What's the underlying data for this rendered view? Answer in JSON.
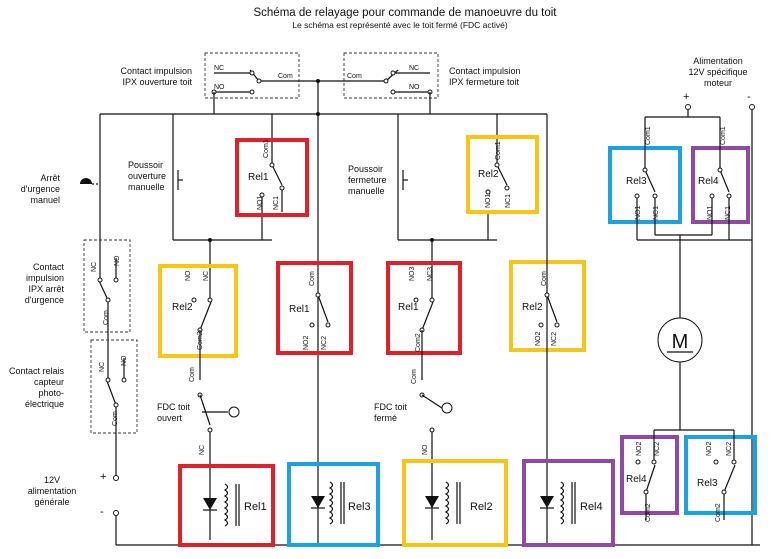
{
  "title": "Schéma de relayage pour commande de manoeuvre du toit",
  "subtitle": "Le schéma est représenté avec le toit fermé (FDC activé)",
  "colors": {
    "rel1": "#e0202a",
    "rel2": "#f5c518",
    "rel3": "#1aa3e0",
    "rel4": "#8f4aa6"
  },
  "labels": {
    "ipx_open": "Contact impulsion IPX ouverture toit",
    "ipx_close": "Contact impulsion IPX fermeture toit",
    "power_motor": "Alimentation 12V spécifique moteur",
    "estop": "Arrêt d'urgence manuel",
    "ipx_estop": "Contact impulsion IPX arrêt d'urgence",
    "photo": "Contact relais capteur photo-électrique",
    "supply": "12V alimentation générale",
    "push_open": "Poussoir ouverture manuelle",
    "push_close": "Poussoir fermeture manuelle",
    "fdc_open": "FDC toit ouvert",
    "fdc_close": "FDC toit fermé",
    "motor": "M",
    "plus": "+",
    "minus": "-"
  },
  "pins": {
    "nc": "NC",
    "no": "NO",
    "com": "Com",
    "com1": "Com1",
    "no1": "NO1",
    "nc1": "NC1",
    "com2": "Com2",
    "no2": "NO2",
    "nc2": "NC2",
    "no3": "NO3",
    "nc3": "NC3"
  },
  "relays": {
    "rel1": "Rel1",
    "rel2": "Rel2",
    "rel3": "Rel3",
    "rel4": "Rel4"
  }
}
